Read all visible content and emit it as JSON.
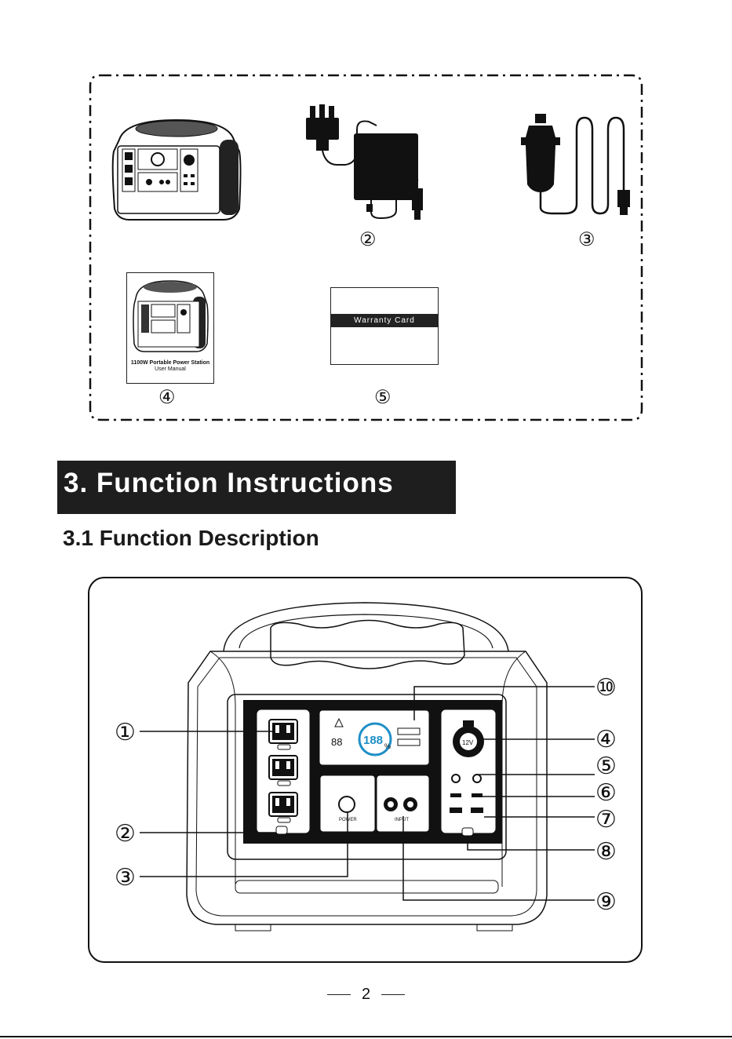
{
  "accessories": {
    "markers": [
      "②",
      "③",
      "④",
      "⑤"
    ],
    "warranty_card": "Warranty Card",
    "manual": {
      "product_line": "1100W Portable Power Station",
      "title": "User Manual"
    }
  },
  "section": {
    "title": "3. Function Instructions",
    "subtitle": "3.1 Function Description"
  },
  "diagram": {
    "callouts": [
      "①",
      "②",
      "③",
      "④",
      "⑤",
      "⑥",
      "⑦",
      "⑧",
      "⑨",
      "⑩"
    ],
    "labels": {
      "power": "POWER",
      "input": "INPUT",
      "car_socket": "12V",
      "lcd_percent": "%",
      "lcd_digits": "188",
      "lcd_small_digits": "88"
    }
  },
  "page_number": "2"
}
